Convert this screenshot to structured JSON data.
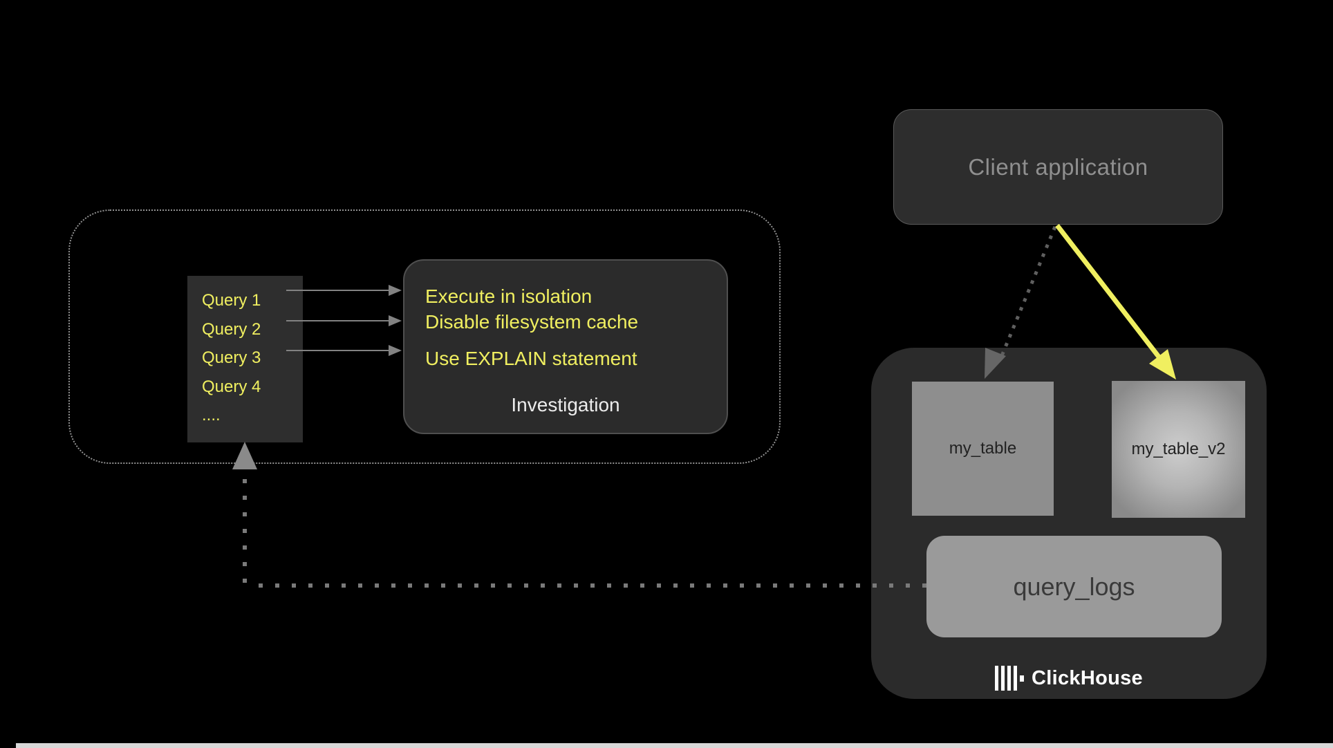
{
  "investigation_group": {
    "queries": [
      "Query 1",
      "Query 2",
      "Query 3",
      "Query 4",
      "...."
    ],
    "notes": [
      "Execute in isolation",
      "Disable filesystem cache",
      "Use EXPLAIN statement"
    ],
    "label": "Investigation"
  },
  "client": {
    "label": "Client application"
  },
  "clickhouse": {
    "tables": [
      {
        "label": "my_table"
      },
      {
        "label": "my_table_v2",
        "highlighted": true
      }
    ],
    "logs_label": "query_logs",
    "brand": "ClickHouse"
  },
  "colors": {
    "background": "#000000",
    "panel": "#2b2b2b",
    "panel_border": "#4f4f4f",
    "yellow": "#f0ef60",
    "gray_text": "#8f8f8f",
    "white_text": "#ececec",
    "table_gray": "#8e8e8e",
    "logs_gray": "#9a9a9a",
    "arrow_gray": "#828282",
    "dotted_gray": "#7a7a7a",
    "dotted_border": "#949494",
    "strip": "#d8d8d8"
  }
}
